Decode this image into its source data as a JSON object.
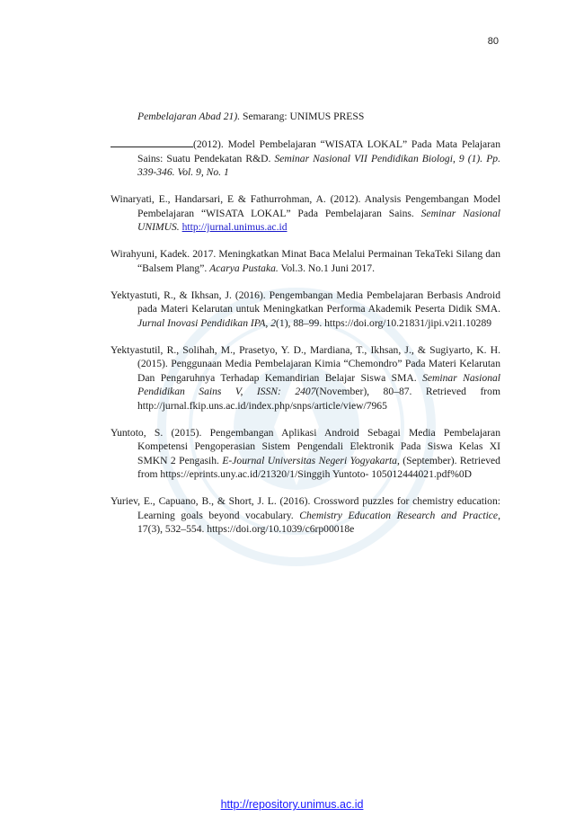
{
  "page_number": "80",
  "refs": [
    {
      "parts": [
        {
          "t": "Pembelajaran Abad 21).",
          "i": true
        },
        {
          "t": " Semarang: UNIMUS PRESS"
        }
      ]
    },
    {
      "parts": [
        {
          "t": "(2012). Model Pembelajaran “WISATA LOKAL” Pada Mata Pelajaran Sains: Suatu Pendekatan R&D. "
        },
        {
          "t": "Seminar Nasional VII Pendidikan Biologi, 9 (1). Pp. 339-346. Vol. 9, No. 1",
          "i": true
        }
      ]
    },
    {
      "parts": [
        {
          "t": "Winaryati, E., Handarsari, E & Fathurrohman, A. (2012). Analysis Pengembangan Model Pembelajaran “WISATA LOKAL” Pada Pembelajaran Sains. "
        },
        {
          "t": "Seminar Nasional UNIMUS.",
          "i": true
        },
        {
          "t": " "
        },
        {
          "t": "http://jurnal.unimus.ac.id",
          "link": true
        }
      ]
    },
    {
      "parts": [
        {
          "t": "Wirahyuni, Kadek. 2017. Meningkatkan Minat Baca Melalui Permainan TekaTeki Silang dan “Balsem Plang”. "
        },
        {
          "t": "Acarya Pustaka.",
          "i": true
        },
        {
          "t": " Vol.3. No.1 Juni 2017."
        }
      ]
    },
    {
      "parts": [
        {
          "t": "Yektyastuti, R., & Ikhsan, J. (2016). Pengembangan Media Pembelajaran Berbasis Android pada Materi Kelarutan untuk Meningkatkan Performa Akademik Peserta Didik SMA. "
        },
        {
          "t": "Jurnal Inovasi Pendidikan IPA, 2",
          "i": true
        },
        {
          "t": "(1), 88–99. https://doi.org/10.21831/jipi.v2i1.10289"
        }
      ]
    },
    {
      "parts": [
        {
          "t": "Yektyastutil, R., Solihah, M., Prasetyo, Y. D., Mardiana, T., Ikhsan, J., & Sugiyarto, K. H. (2015). Penggunaan Media Pembelajaran Kimia “Chemondro” Pada Materi Kelarutan Dan Pengaruhnya Terhadap Kemandirian Belajar Siswa SMA. "
        },
        {
          "t": "Seminar Nasional Pendidikan Sains V, ISSN: 2407",
          "i": true
        },
        {
          "t": "(November), 80–87. Retrieved from http://jurnal.fkip.uns.ac.id/index.php/snps/article/view/7965"
        }
      ]
    },
    {
      "parts": [
        {
          "t": "Yuntoto, S. (2015). Pengembangan Aplikasi Android Sebagai Media Pembelajaran Kompetensi Pengoperasian Sistem Pengendali Elektronik Pada Siswa Kelas XI SMKN 2 Pengasih. "
        },
        {
          "t": "E-Journal Universitas Negeri Yogyakarta,",
          "i": true
        },
        {
          "t": " (September). Retrieved from https://eprints.uny.ac.id/21320/1/Singgih Yuntoto- 105012444021.pdf%0D"
        }
      ]
    },
    {
      "parts": [
        {
          "t": "Yuriev, E., Capuano, B., & Short, J. L. (2016). Crossword puzzles for chemistry education: Learning goals beyond vocabulary. "
        },
        {
          "t": "Chemistry Education Research and Practice",
          "i": true
        },
        {
          "t": ", 17(3), 532–554. https://doi.org/10.1039/c6rp00018e"
        }
      ]
    }
  ],
  "footer_link": "http://repository.unimus.ac.id",
  "colors": {
    "link": "#1a1aff",
    "watermark": "#4a8fc4"
  }
}
